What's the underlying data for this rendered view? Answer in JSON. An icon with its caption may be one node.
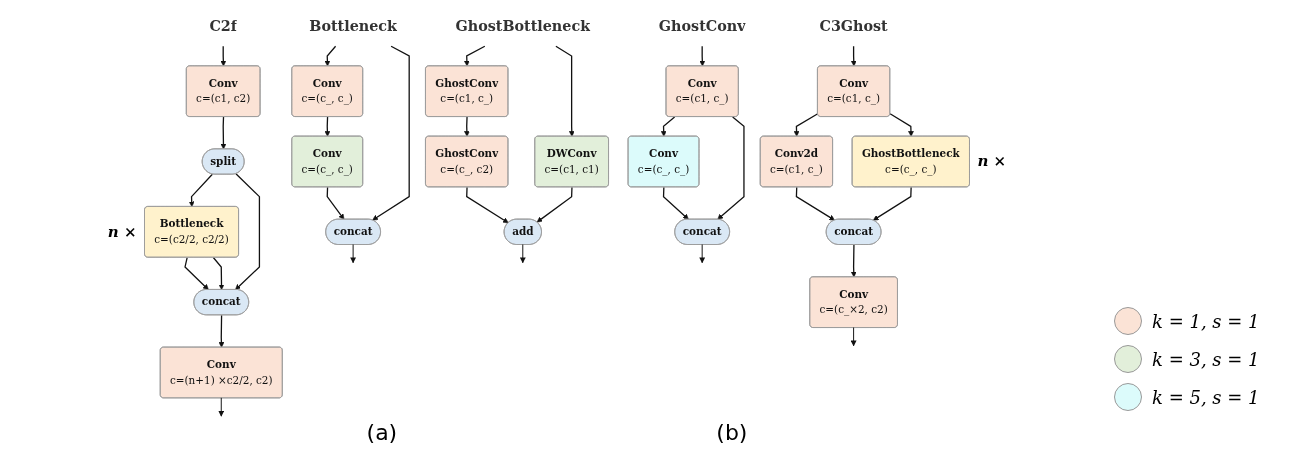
{
  "diagram": {
    "nodes": [
      {
        "text": [
          "C2f"
        ]
      },
      {
        "text": [
          "Conv",
          "c=(c1, c2)"
        ]
      },
      {
        "text": [
          "split"
        ]
      },
      {
        "text": [
          "Bottleneck",
          "c=(c2/2, c2/2)"
        ],
        "beside": [
          "n ×"
        ]
      },
      {
        "text": [
          "concat"
        ]
      },
      {
        "text": [
          "Conv",
          "c=(n+1) ×c2/2, c2)"
        ]
      },
      {
        "text": [
          "Bottleneck"
        ]
      },
      {
        "text": [
          "Conv",
          "c=(c_, c_)"
        ]
      },
      {
        "text": [
          "Conv",
          "c=(c_, c_)"
        ]
      },
      {
        "text": [
          "concat"
        ]
      },
      {
        "text": [
          "C3Ghost"
        ]
      },
      {
        "text": [
          "Conv",
          "c=(c1, c_)"
        ]
      },
      {
        "text": [
          "Conv2d",
          "c=(c1, c_)"
        ]
      },
      {
        "text": [
          "GhostBottleneck",
          "c=(c_, c_)"
        ],
        "beside": [
          "n ×"
        ]
      },
      {
        "text": [
          "concat"
        ]
      },
      {
        "text": [
          "Conv",
          "c=(c_×2, c2)"
        ]
      },
      {
        "text": [
          "GhostBottleneck"
        ]
      },
      {
        "text": [
          "GhostConv",
          "c=(c1, c_)"
        ]
      },
      {
        "text": [
          "DWConv",
          "c=(c1, c1)"
        ]
      },
      {
        "text": [
          "GhostConv",
          "c=(c_, c2)"
        ]
      },
      {
        "text": [
          "add"
        ]
      },
      {
        "text": [
          "GhostConv"
        ]
      },
      {
        "text": [
          "Conv",
          "c=(c1, c_)"
        ]
      },
      {
        "text": [
          "Conv",
          "c=(c_, c_)"
        ]
      },
      {
        "text": [
          "concat"
        ]
      }
    ],
    "edges": [
      {
        "from": 0,
        "to": 1,
        "arrow": "to"
      },
      {
        "from": 1,
        "to": 2,
        "arrow": "to"
      },
      {
        "from": 2,
        "to": 3,
        "arrow": "to"
      },
      {
        "from": 3,
        "to": 4,
        "arrow": "to"
      },
      {
        "from": 2,
        "to": 4,
        "arrow": "to"
      },
      {
        "from": 3,
        "to": 4,
        "arrow": "to"
      },
      {
        "from": 4,
        "to": 5,
        "arrow": "to"
      },
      {
        "from": 5,
        "to": null,
        "arrow": "to"
      },
      {
        "from": 6,
        "to": 7,
        "arrow": "to"
      },
      {
        "from": 6,
        "to": 9,
        "arrow": "to"
      },
      {
        "from": 7,
        "to": 8,
        "arrow": "to"
      },
      {
        "from": 8,
        "to": 9,
        "arrow": "to"
      },
      {
        "from": 9,
        "to": null,
        "arrow": "to"
      },
      {
        "from": 10,
        "to": 11,
        "arrow": "to"
      },
      {
        "from": 11,
        "to": 12,
        "arrow": "to"
      },
      {
        "from": 11,
        "to": 13,
        "arrow": "to"
      },
      {
        "from": 13,
        "to": 14,
        "arrow": "to"
      },
      {
        "from": 12,
        "to": 14,
        "arrow": "to"
      },
      {
        "from": 14,
        "to": 15,
        "arrow": "to"
      },
      {
        "from": 15,
        "to": null,
        "arrow": "to"
      },
      {
        "from": 16,
        "to": 17,
        "arrow": "to"
      },
      {
        "from": 16,
        "to": 18,
        "arrow": "to"
      },
      {
        "from": 17,
        "to": 19,
        "arrow": "to"
      },
      {
        "from": 19,
        "to": 20,
        "arrow": "to"
      },
      {
        "from": 18,
        "to": 20,
        "arrow": "to"
      },
      {
        "from": 20,
        "to": null,
        "arrow": "to"
      },
      {
        "from": 21,
        "to": 22,
        "arrow": "to"
      },
      {
        "from": 22,
        "to": 23,
        "arrow": "to"
      },
      {
        "from": 22,
        "to": 24,
        "arrow": "to"
      },
      {
        "from": 23,
        "to": 24,
        "arrow": "to"
      },
      {
        "from": 24,
        "to": null,
        "arrow": "to"
      }
    ],
    "labels": [
      "(a)",
      "(b)"
    ],
    "legend": [
      {
        "text": "k = 1, s = 1",
        "color": "#fbe3d6"
      },
      {
        "text": "k = 3, s = 1",
        "color": "#e2efda"
      },
      {
        "text": "k = 5, s = 1",
        "color": "#dcfbfb"
      }
    ]
  }
}
